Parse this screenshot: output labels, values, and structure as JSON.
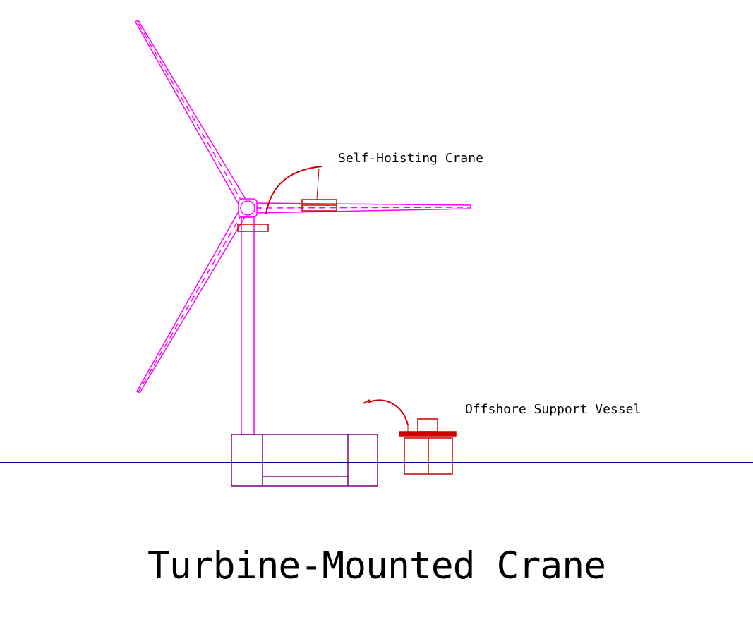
{
  "diagram": {
    "title": "Turbine-Mounted Crane",
    "labels": {
      "crane": "Self-Hoisting Crane",
      "vessel": "Offshore Support Vessel"
    },
    "colors": {
      "turbine": "#FF00FF",
      "crane": "#CC0000",
      "foundation": "#800080",
      "waterline": "#000080",
      "text": "#000000"
    }
  }
}
